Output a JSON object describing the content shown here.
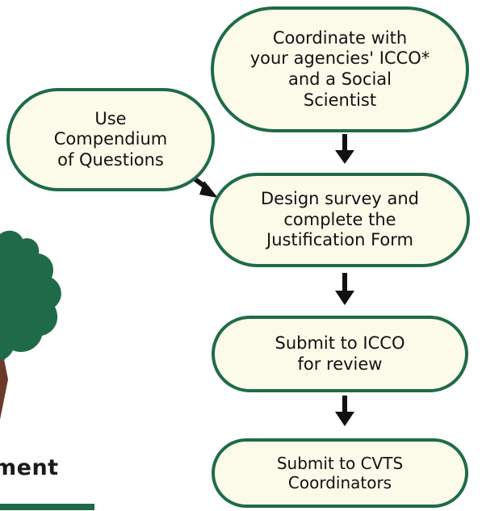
{
  "flowchart": {
    "nodes": {
      "coordinate": "Coordinate with\nyour agencies' ICCO*\nand a Social\nScientist",
      "use_compendium": "Use\nCompendium\nof Questions",
      "design_survey": "Design survey and\ncomplete the\nJustification Form",
      "submit_icco": "Submit to ICCO\nfor review",
      "submit_cvts": "Submit to CVTS\nCoordinators"
    }
  },
  "footer": {
    "partial_heading": "ment"
  },
  "colors": {
    "node_fill": "#fcfbea",
    "node_border": "#1f6b49",
    "arrow": "#111111",
    "tree_foliage": "#1f6b49",
    "tree_trunk": "#6b3a2a"
  }
}
